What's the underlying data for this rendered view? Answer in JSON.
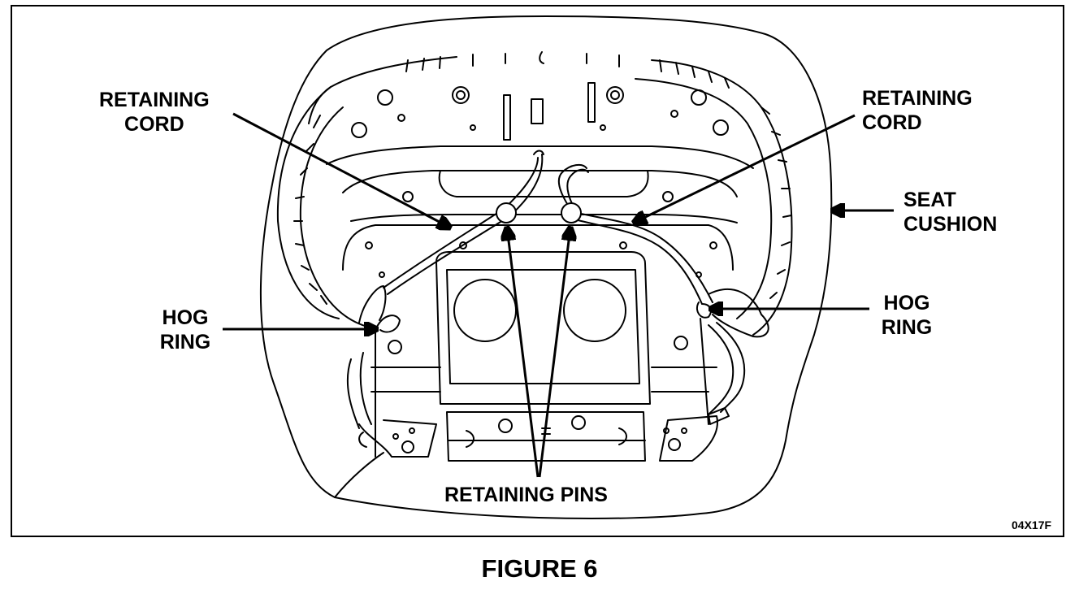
{
  "labels": {
    "retaining_cord_left": [
      "RETAINING",
      "CORD"
    ],
    "retaining_cord_right": [
      "RETAINING",
      "CORD"
    ],
    "seat_cushion": [
      "SEAT",
      "CUSHION"
    ],
    "hog_ring_left": [
      "HOG",
      "RING"
    ],
    "hog_ring_right": [
      "HOG",
      "RING"
    ],
    "retaining_pins": "RETAINING PINS"
  },
  "figure_code": "04X17F",
  "caption": "FIGURE 6"
}
